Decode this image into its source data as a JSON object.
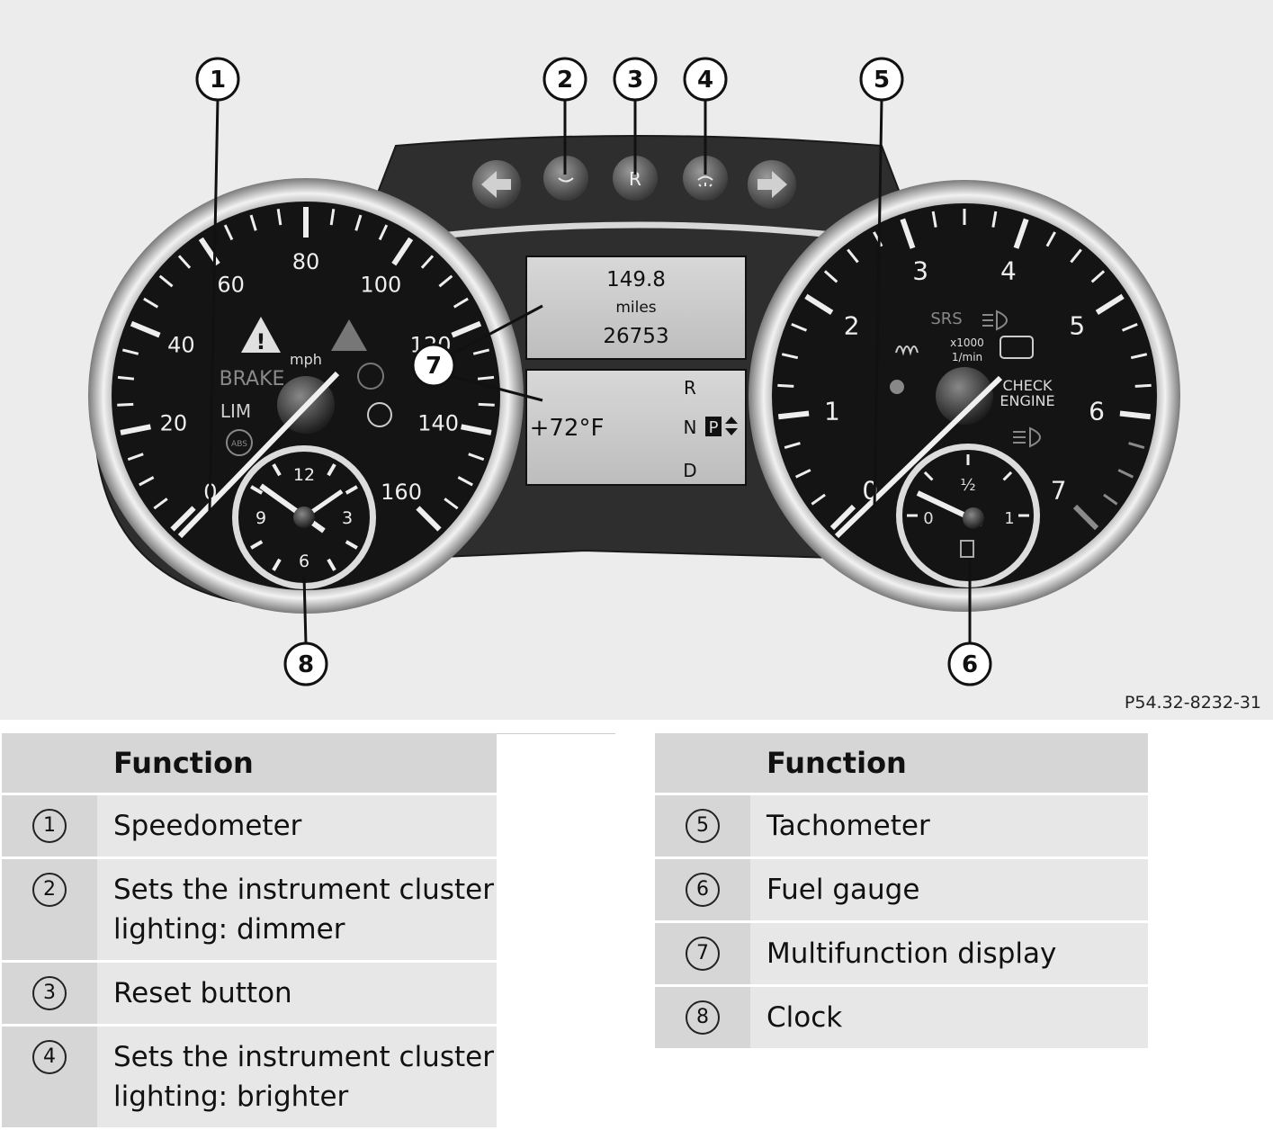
{
  "figure": {
    "code": "P54.32-8232-31",
    "callouts": [
      "1",
      "2",
      "3",
      "4",
      "5",
      "6",
      "7",
      "8"
    ],
    "speedometer": {
      "unit": "mph",
      "scale_labels": [
        "0",
        "20",
        "40",
        "60",
        "80",
        "100",
        "120",
        "140",
        "160"
      ],
      "warning_labels": {
        "brake": "BRAKE",
        "lim": "LIM",
        "abs": "ABS"
      }
    },
    "tachometer": {
      "scale_labels": [
        "0",
        "1",
        "2",
        "3",
        "4",
        "5",
        "6",
        "7"
      ],
      "unit_line1": "x1000",
      "unit_line2": "1/min",
      "srs": "SRS",
      "check_engine_line1": "CHECK",
      "check_engine_line2": "ENGINE"
    },
    "clock": {
      "labels": [
        "12",
        "3",
        "6",
        "9"
      ]
    },
    "fuel_gauge": {
      "labels": [
        "0",
        "½",
        "1"
      ]
    },
    "display": {
      "trip": "149.8",
      "trip_unit": "miles",
      "odometer": "26753",
      "temperature": "+72°F",
      "gears": [
        "R",
        "N",
        "P",
        "D"
      ]
    },
    "buttons": {
      "reset": "R"
    },
    "colors": {
      "background": "#ececec",
      "cluster": "#2c2c2c",
      "dial": "#141414"
    }
  },
  "table_left": {
    "header": "Function",
    "rows": [
      {
        "num": "1",
        "text_line1": "Speedometer",
        "text_line2": ""
      },
      {
        "num": "2",
        "text_line1": "Sets the instrument cluster",
        "text_line2": "lighting: dimmer"
      },
      {
        "num": "3",
        "text_line1": "Reset button",
        "text_line2": ""
      },
      {
        "num": "4",
        "text_line1": "Sets the instrument cluster",
        "text_line2": "lighting: brighter"
      }
    ]
  },
  "table_right": {
    "header": "Function",
    "rows": [
      {
        "num": "5",
        "text_line1": "Tachometer"
      },
      {
        "num": "6",
        "text_line1": "Fuel gauge"
      },
      {
        "num": "7",
        "text_line1": "Multifunction display"
      },
      {
        "num": "8",
        "text_line1": "Clock"
      }
    ]
  }
}
